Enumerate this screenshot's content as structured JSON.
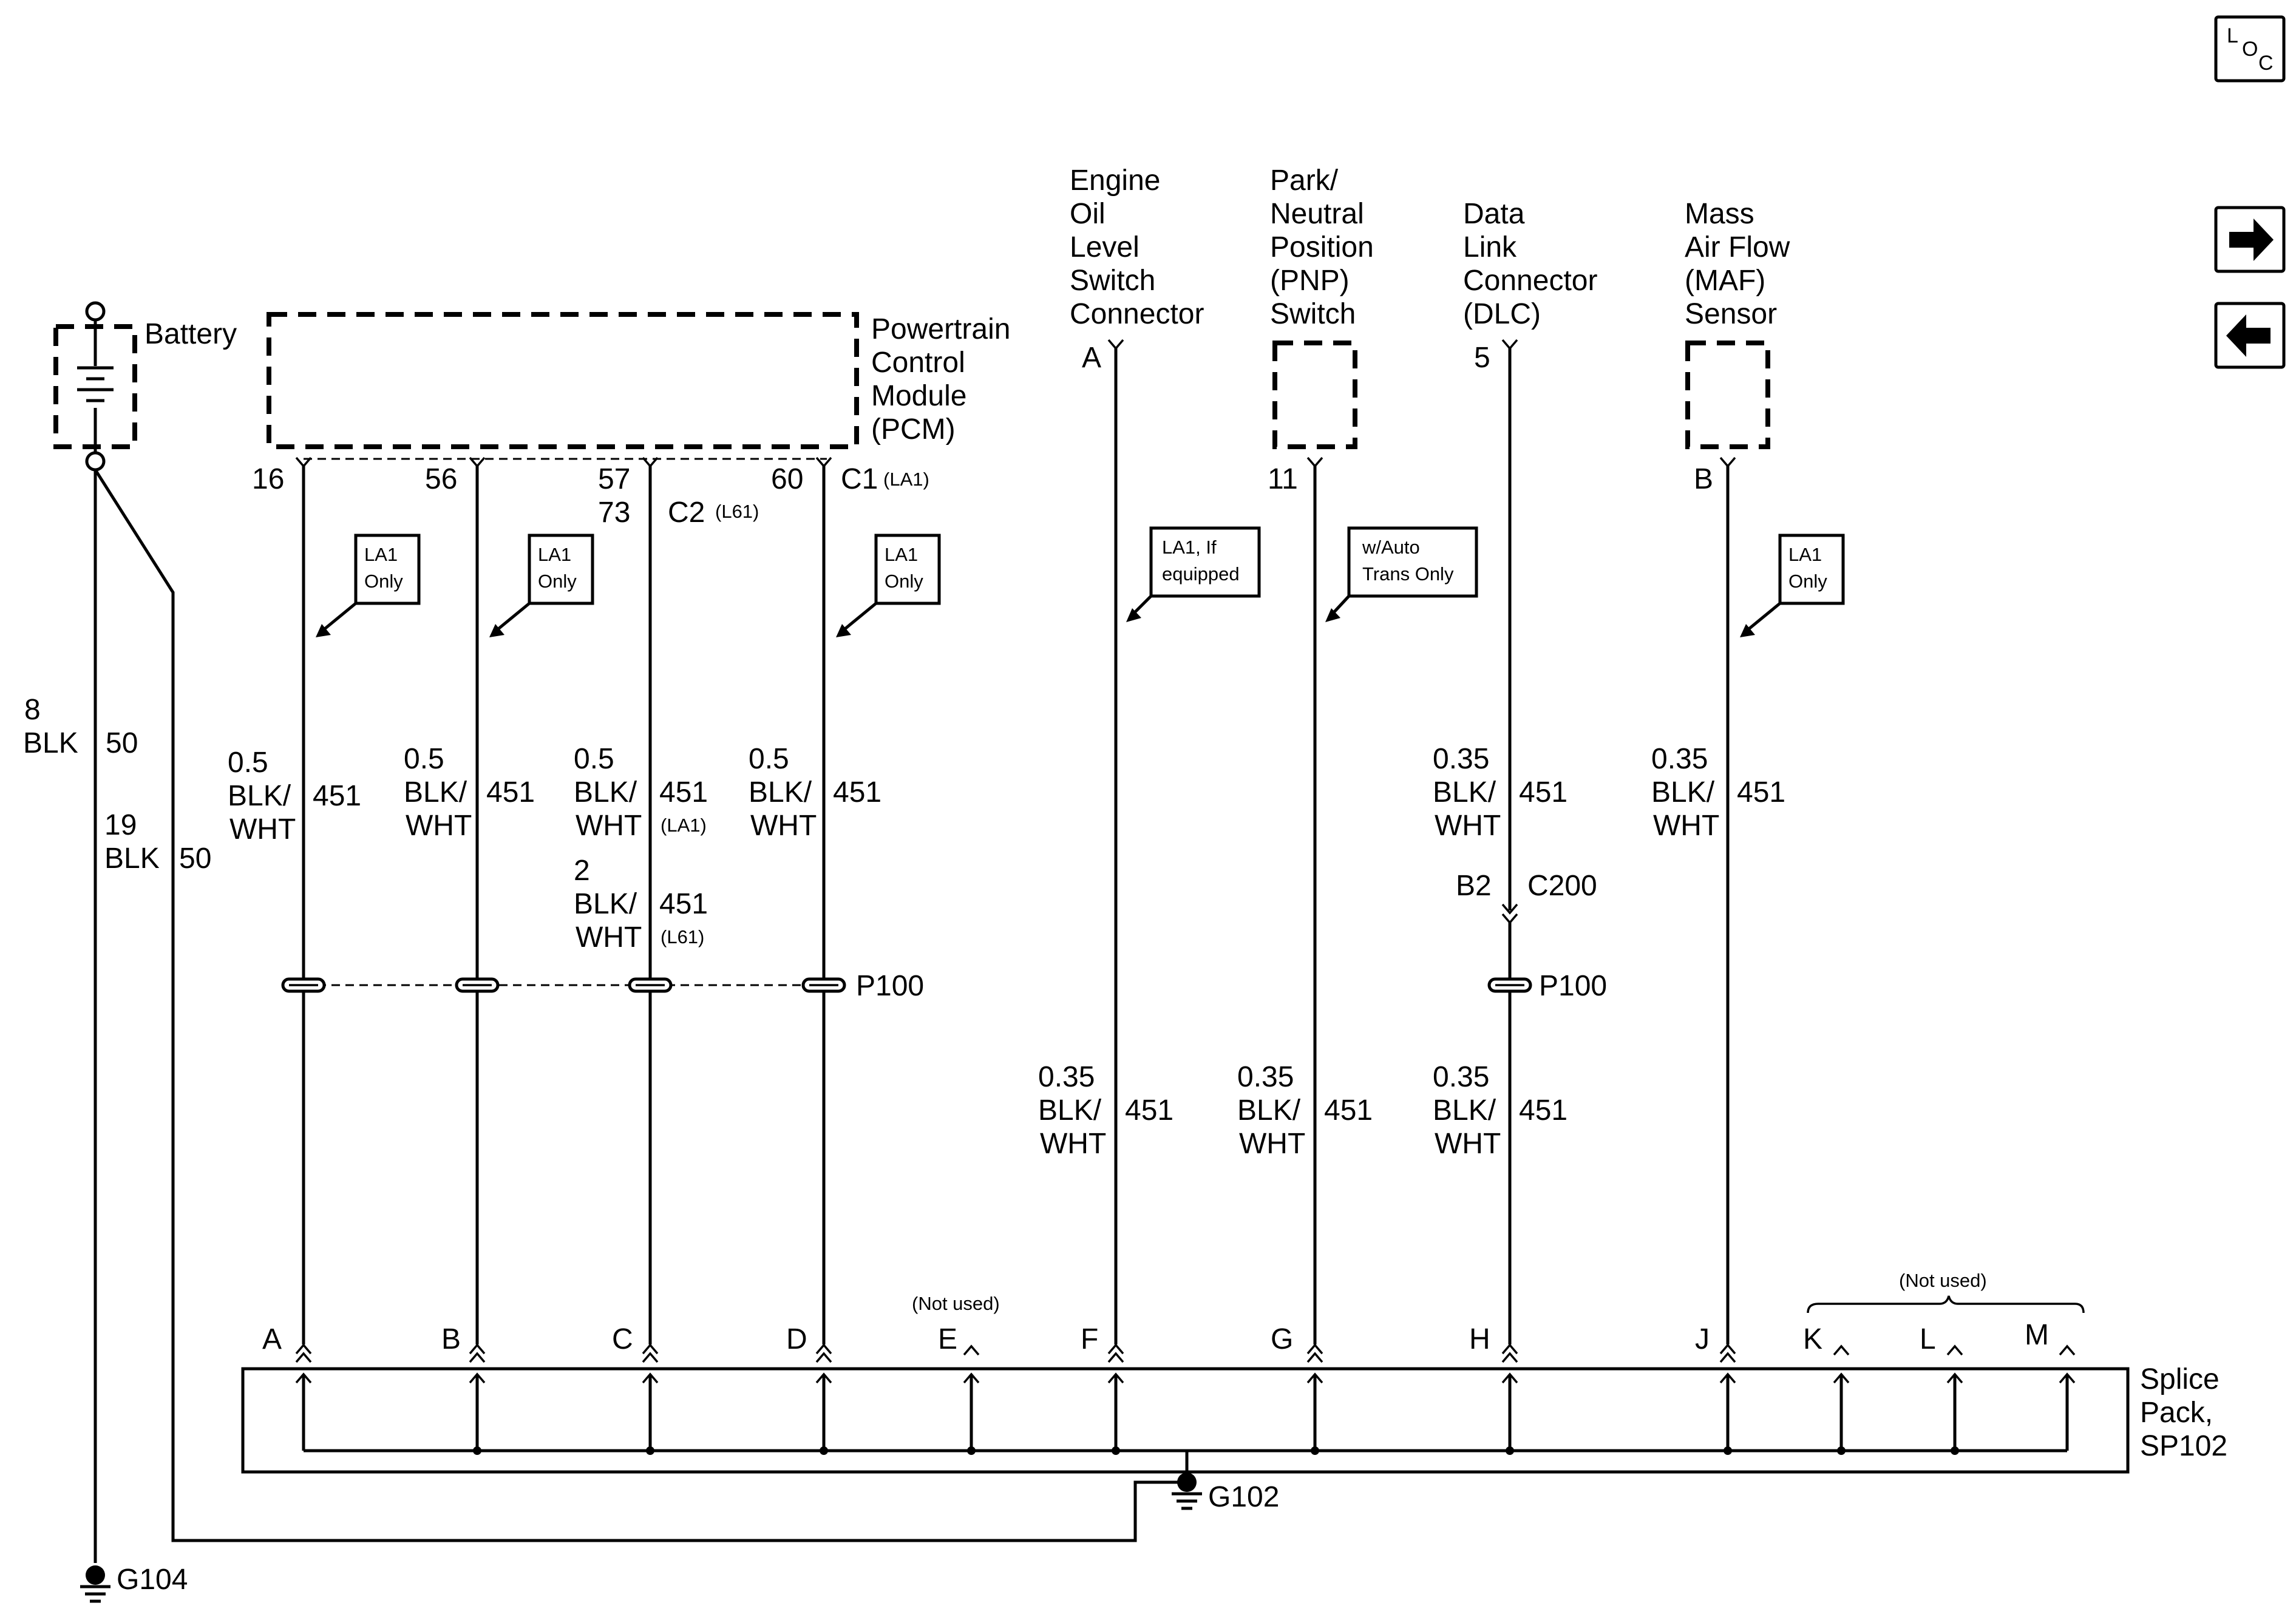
{
  "nav": {
    "loc_letters": [
      "L",
      "O",
      "C"
    ],
    "next_icon": "arrow-right-icon",
    "prev_icon": "arrow-left-icon"
  },
  "battery": {
    "label": "Battery"
  },
  "pcm": {
    "name_lines": [
      "Powertrain",
      "Control",
      "Module",
      "(PCM)"
    ],
    "pins": [
      "16",
      "56",
      "57",
      "60"
    ],
    "pin_73": "73",
    "connector_c1": "C1",
    "connector_c1_option": "(LA1)",
    "connector_c2": "C2",
    "connector_c2_option": "(L61)"
  },
  "components": {
    "eol": {
      "name_lines": [
        "Engine",
        "Oil",
        "Level",
        "Switch",
        "Connector"
      ],
      "pin": "A"
    },
    "pnp": {
      "name_lines": [
        "Park/",
        "Neutral",
        "Position",
        "(PNP)",
        "Switch"
      ],
      "pin": "11"
    },
    "dlc": {
      "name_lines": [
        "Data",
        "Link",
        "Connector",
        "(DLC)"
      ],
      "pin": "5"
    },
    "maf": {
      "name_lines": [
        "Mass",
        "Air Flow",
        "(MAF)",
        "Sensor"
      ],
      "pin": "B"
    }
  },
  "notes": {
    "la1_only": [
      "LA1",
      "Only"
    ],
    "la1_if_equipped": [
      "LA1, If",
      "equipped"
    ],
    "w_auto_trans": [
      "w/Auto",
      "Trans Only"
    ],
    "not_used": "(Not used)"
  },
  "wires": {
    "battery_main": {
      "size": "8",
      "color": "BLK",
      "circuit": "50"
    },
    "battery_second": {
      "size": "19",
      "color": "BLK",
      "circuit": "50"
    },
    "w16": {
      "size": "0.5",
      "color_lines": [
        "BLK/",
        "WHT"
      ],
      "circuit": "451"
    },
    "w56": {
      "size": "0.5",
      "color_lines": [
        "BLK/",
        "WHT"
      ],
      "circuit": "451"
    },
    "w57a": {
      "size": "0.5",
      "color_lines": [
        "BLK/",
        "WHT"
      ],
      "circuit": "451",
      "option": "(LA1)"
    },
    "w57b": {
      "size": "2",
      "color_lines": [
        "BLK/",
        "WHT"
      ],
      "circuit": "451",
      "option": "(L61)"
    },
    "w60": {
      "size": "0.5",
      "color_lines": [
        "BLK/",
        "WHT"
      ],
      "circuit": "451"
    },
    "dlc_upper": {
      "size": "0.35",
      "color_lines": [
        "BLK/",
        "WHT"
      ],
      "circuit": "451"
    },
    "maf_wire": {
      "size": "0.35",
      "color_lines": [
        "BLK/",
        "WHT"
      ],
      "circuit": "451"
    },
    "eol_wire": {
      "size": "0.35",
      "color_lines": [
        "BLK/",
        "WHT"
      ],
      "circuit": "451"
    },
    "pnp_wire": {
      "size": "0.35",
      "color_lines": [
        "BLK/",
        "WHT"
      ],
      "circuit": "451"
    },
    "dlc_lower": {
      "size": "0.35",
      "color_lines": [
        "BLK/",
        "WHT"
      ],
      "circuit": "451"
    }
  },
  "connectors": {
    "p100": "P100",
    "c200": "C200",
    "c200_pin": "B2"
  },
  "splice_pack": {
    "name_lines": [
      "Splice",
      "Pack,",
      "SP102"
    ],
    "pins": [
      "A",
      "B",
      "C",
      "D",
      "E",
      "F",
      "G",
      "H",
      "J",
      "K",
      "L",
      "M"
    ]
  },
  "grounds": {
    "g102": "G102",
    "g104": "G104"
  }
}
